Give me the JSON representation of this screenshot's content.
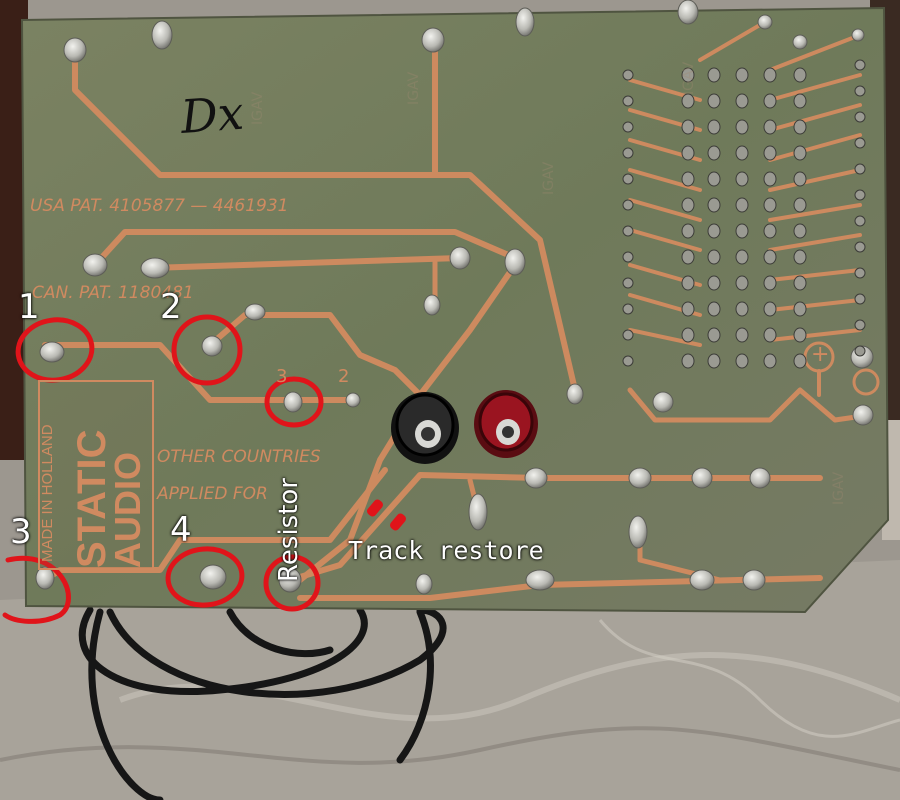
{
  "annotations": {
    "labels": [
      "1",
      "2",
      "3",
      "4"
    ],
    "resistor": "Resistor",
    "track_restore": "Track restore",
    "pot_pins": [
      "3",
      "2"
    ]
  },
  "pcb_print": {
    "handwritten": "Dx",
    "usa_pat": "USA PAT. 4105877 — 4461931",
    "can_pat": "CAN. PAT. 1180481",
    "other": "OTHER COUNTRIES",
    "applied": "APPLIED FOR",
    "brand_top": "AUDIO",
    "brand_bottom": "STATIC",
    "made_in": "MADE IN HOLLAND",
    "polarity": "+",
    "watermark": "IGAV"
  },
  "colors": {
    "board": "#6f7a5a",
    "copper": "#cd8a5f",
    "solder": "#c9c9c4",
    "marker_red": "#e0141a",
    "background": "#8d8a84"
  }
}
